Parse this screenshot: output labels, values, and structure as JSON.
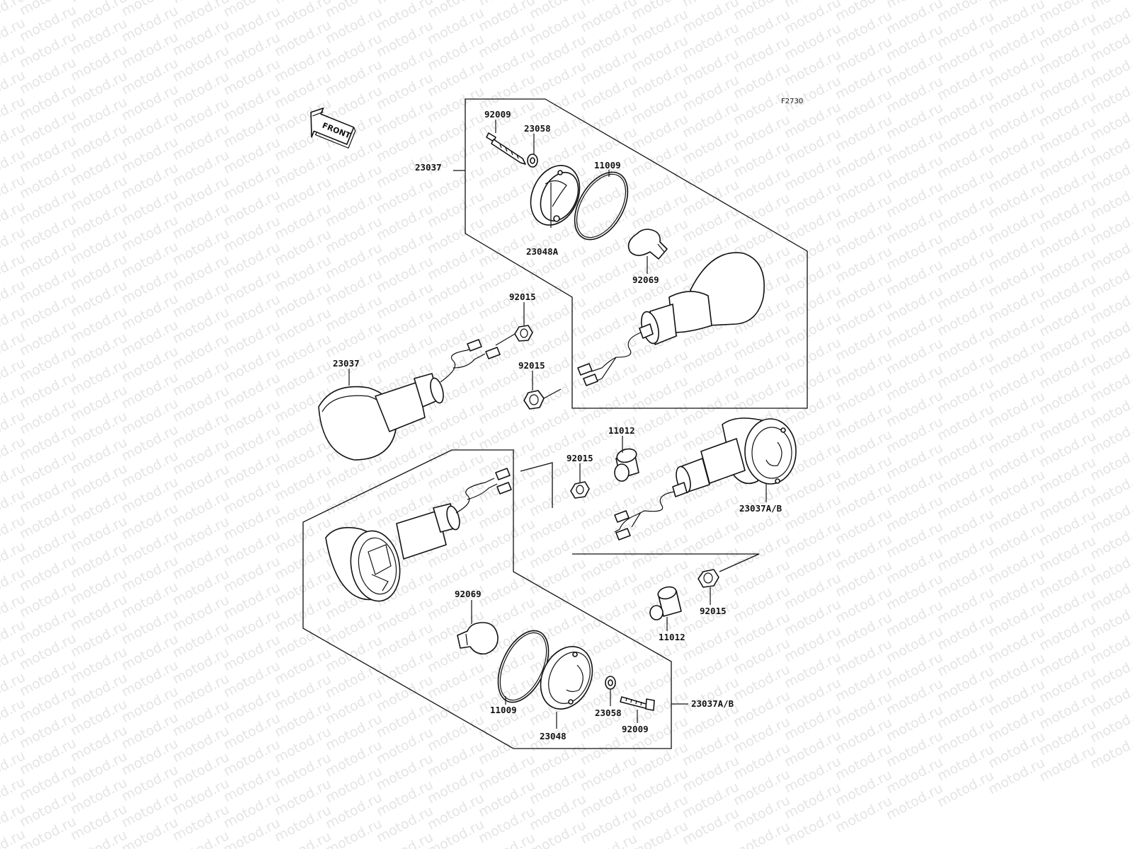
{
  "figure_code": "F2730",
  "watermark": "motod.ru",
  "front_label": "FRONT",
  "labels": {
    "upper_screw": "92009",
    "upper_washer": "23058",
    "upper_ring": "11009",
    "upper_group": "23037",
    "upper_lens": "23048A",
    "upper_bulb": "92069",
    "left_nut_top": "92015",
    "left_lamp": "23037",
    "left_nut_bottom": "92015",
    "center_spacer": "11012",
    "center_nut": "92015",
    "right_lamp": "23037A/B",
    "right_nut": "92015",
    "right_spacer": "11012",
    "lower_bulb": "92069",
    "lower_ring": "11009",
    "lower_lens": "23048",
    "lower_washer": "23058",
    "lower_screw": "92009",
    "lower_group": "23037A/B"
  }
}
